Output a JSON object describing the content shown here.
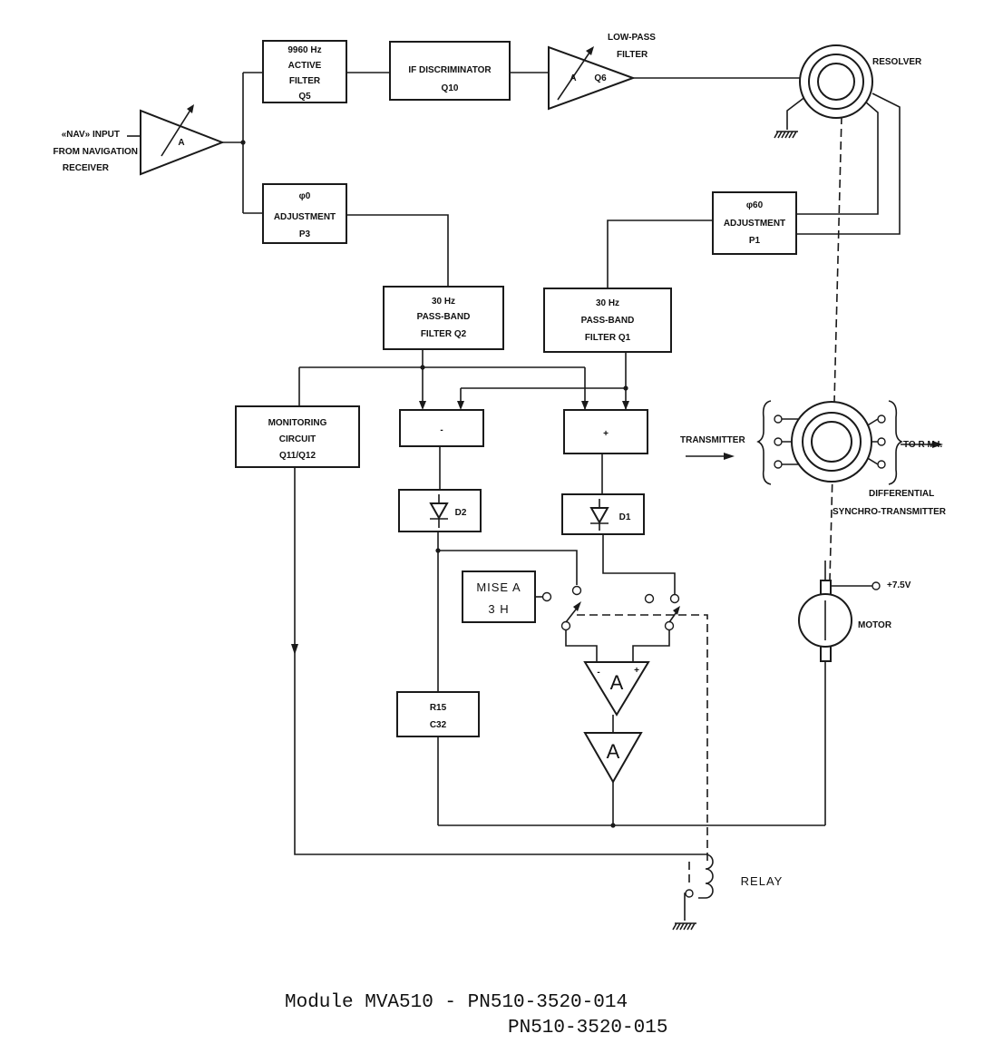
{
  "input": {
    "line1": "«NAV» INPUT",
    "line2": "FROM NAVIGATION",
    "line3": "RECEIVER"
  },
  "amp_input": {
    "label": "A"
  },
  "active_filter": {
    "line1": "9960 Hz",
    "line2": "ACTIVE",
    "line3": "FILTER",
    "line4": "Q5"
  },
  "if_discriminator": {
    "line1": "IF DISCRIMINATOR",
    "line2": "Q10"
  },
  "low_pass": {
    "title1": "LOW-PASS",
    "title2": "FILTER",
    "amp": "A",
    "ref": "Q6"
  },
  "resolver": {
    "label": "RESOLVER"
  },
  "adj_p3": {
    "line1": "φ0",
    "line2": "ADJUSTMENT",
    "line3": "P3"
  },
  "adj_p1": {
    "line1": "φ60",
    "line2": "ADJUSTMENT",
    "line3": "P1"
  },
  "bandpass_q2": {
    "line1": "30 Hz",
    "line2": "PASS-BAND",
    "line3": "FILTER  Q2"
  },
  "bandpass_q1": {
    "line1": "30 Hz",
    "line2": "PASS-BAND",
    "line3": "FILTER  Q1"
  },
  "monitoring": {
    "line1": "MONITORING",
    "line2": "CIRCUIT",
    "line3": "Q11/Q12"
  },
  "comparator_minus": {
    "label": "-"
  },
  "comparator_plus": {
    "label": "+"
  },
  "diode_d2": {
    "label": "D2"
  },
  "diode_d1": {
    "label": "D1"
  },
  "mise": {
    "line1": "MISE A",
    "line2": "3 H"
  },
  "amp_diff": {
    "label": "A",
    "minus": "-",
    "plus": "+"
  },
  "amp_out": {
    "label": "A"
  },
  "rc": {
    "line1": "R15",
    "line2": "C32"
  },
  "transmitter": {
    "label": "TRANSMITTER"
  },
  "to_rmi": {
    "label": "TO R M I."
  },
  "differential": {
    "line1": "DIFFERENTIAL",
    "line2": "SYNCHRO-TRANSMITTER"
  },
  "supply": {
    "label": "+7.5V"
  },
  "motor": {
    "label": "MOTOR"
  },
  "relay": {
    "label": "RELAY"
  },
  "caption": {
    "line1": "Module MVA510 - PN510-3520-014",
    "line2": "PN510-3520-015"
  }
}
